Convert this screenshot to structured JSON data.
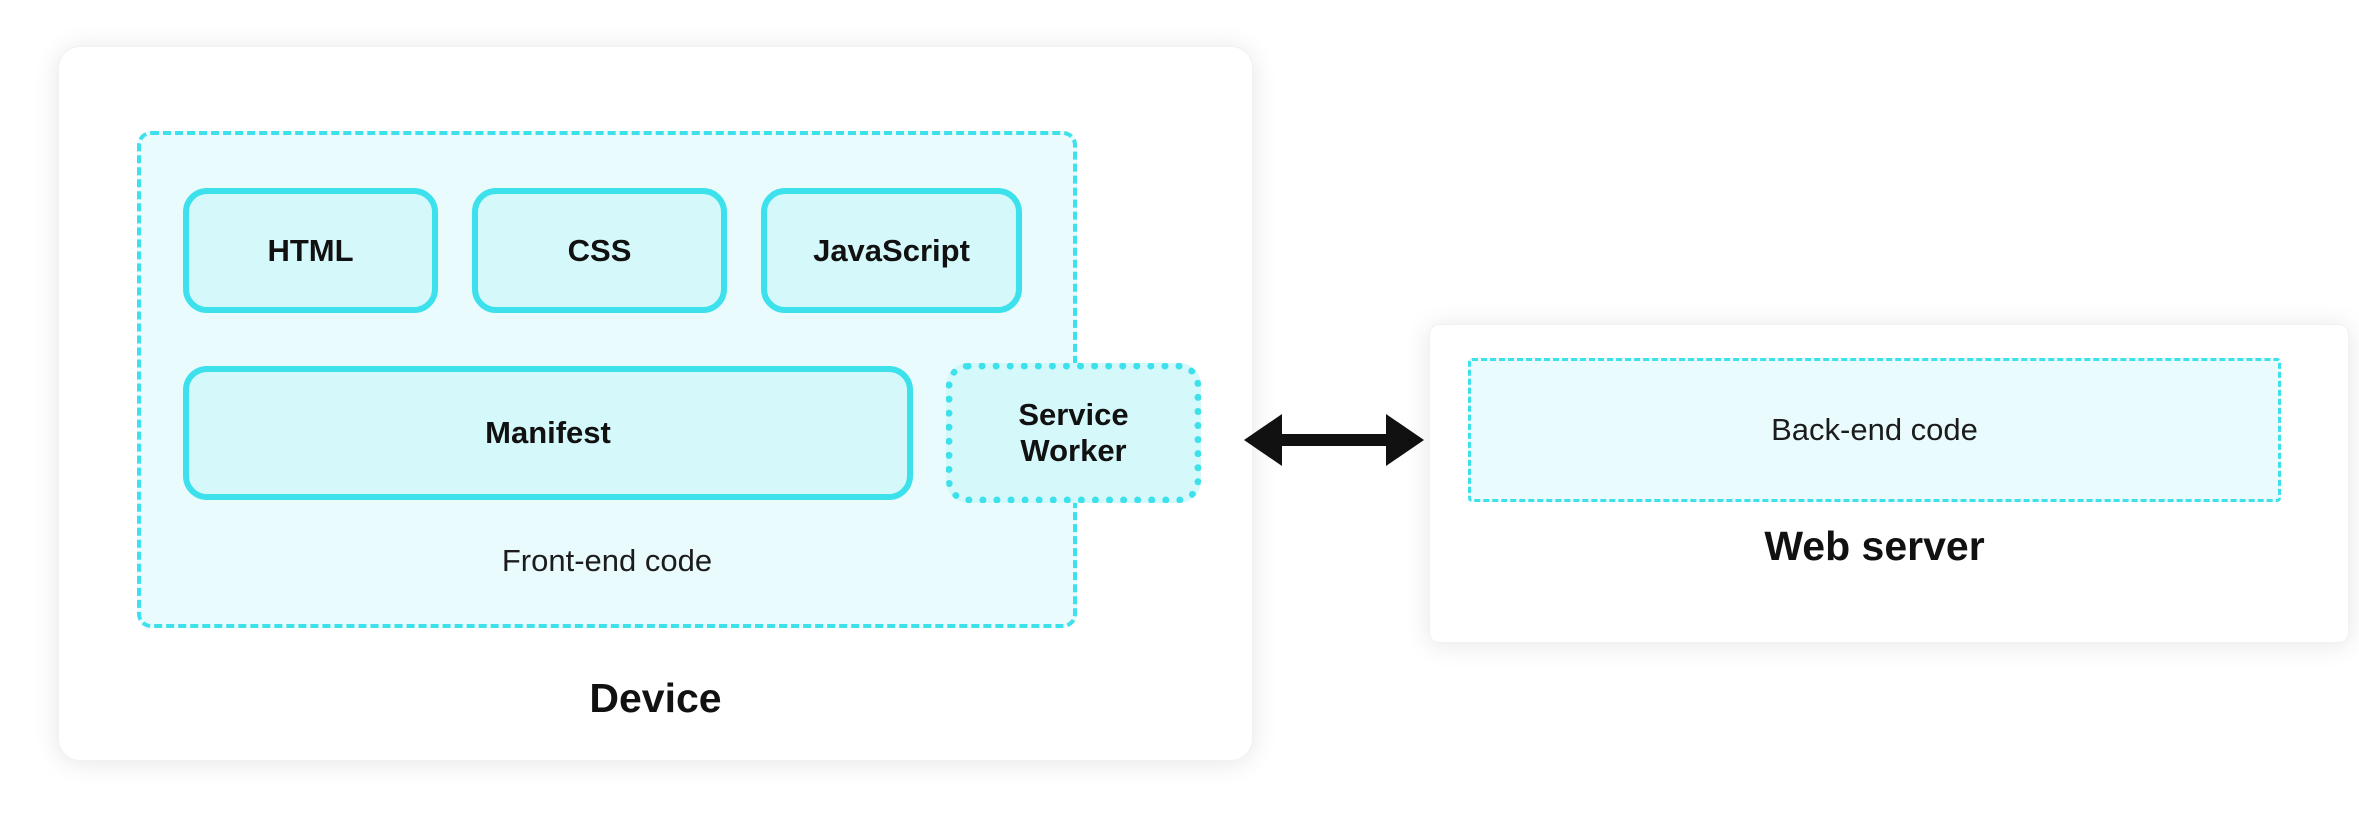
{
  "device": {
    "label": "Device",
    "frontend": {
      "label": "Front-end code",
      "components": [
        "HTML",
        "CSS",
        "JavaScript"
      ],
      "manifest_label": "Manifest",
      "service_worker_label": "Service Worker"
    }
  },
  "server": {
    "label": "Web server",
    "backend_label": "Back-end code"
  },
  "connection": {
    "icon": "double-headed-arrow"
  },
  "colors": {
    "accent_cyan": "#3ce1ec",
    "group_fill": "#e9fbfd",
    "box_fill": "#d5f8fb",
    "card_background": "#ffffff",
    "arrow": "#111111",
    "text": "#111111"
  }
}
